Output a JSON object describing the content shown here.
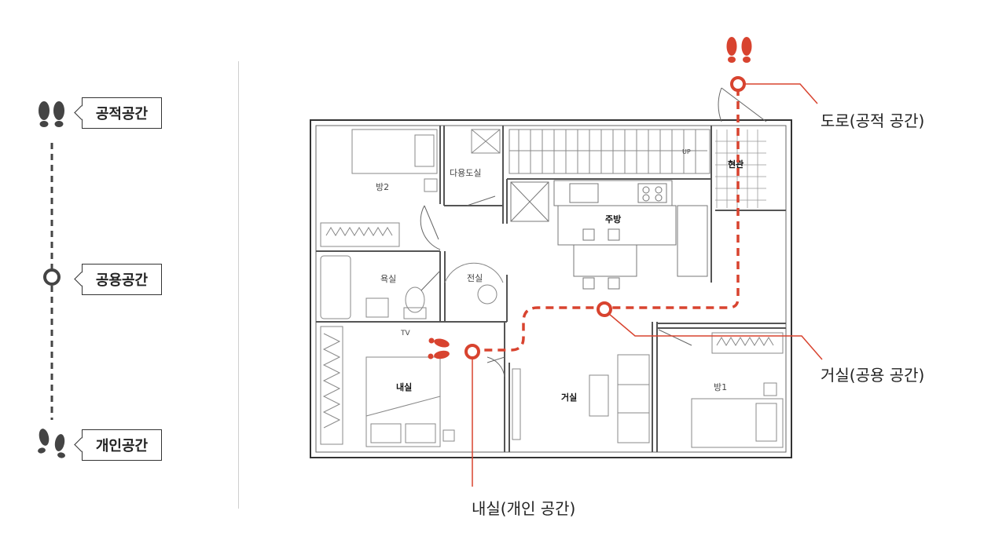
{
  "legend": {
    "items": [
      {
        "label": "공적공간",
        "icon": "footprints-solid-icon"
      },
      {
        "label": "공용공간",
        "icon": "ring-marker-icon"
      },
      {
        "label": "개인공간",
        "icon": "footprints-walking-icon"
      }
    ],
    "marker_color": "#444444"
  },
  "plan": {
    "rooms": {
      "bedroom2": "방2",
      "utility": "다용도실",
      "entrance": "현관",
      "kitchen": "주방",
      "bath": "욕실",
      "dressing": "전실",
      "master": "내실",
      "living": "거실",
      "bedroom1": "방1",
      "tv": "TV",
      "up": "UP"
    }
  },
  "callouts": {
    "road": "도로(공적 공간)",
    "living": "거실(공용 공간)",
    "master": "내실(개인 공간)"
  },
  "colors": {
    "accent": "#d8432f",
    "line": "#333333"
  }
}
